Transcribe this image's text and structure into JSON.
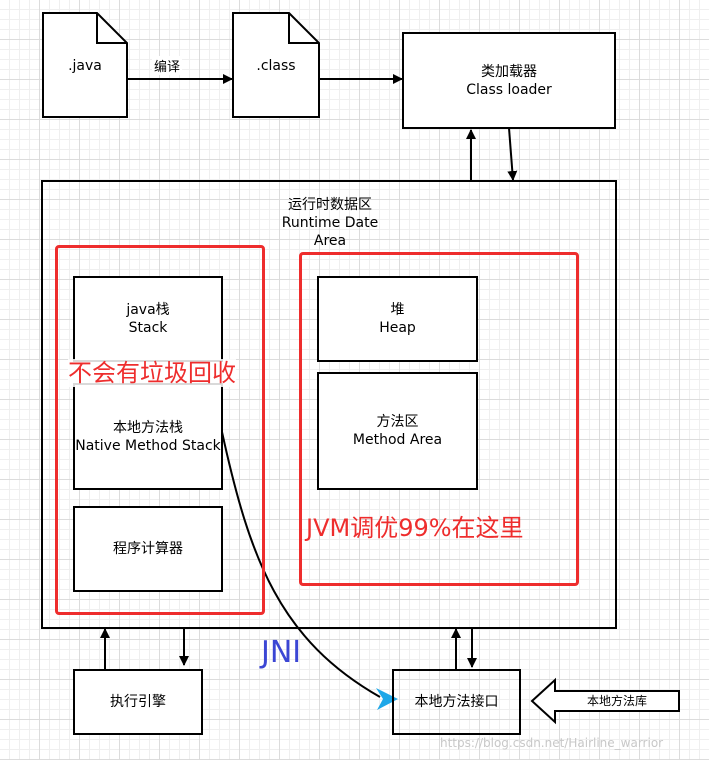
{
  "nodes": {
    "java_file": ".java",
    "class_file": ".class",
    "class_loader": [
      "类加载器",
      "Class loader"
    ],
    "runtime_area": [
      "运行时数据区",
      "Runtime Date",
      "Area"
    ],
    "java_stack": [
      "java栈",
      "Stack"
    ],
    "native_method_stack": [
      "本地方法栈",
      "Native Method Stack"
    ],
    "program_counter": "程序计算器",
    "heap": [
      "堆",
      "Heap"
    ],
    "method_area": [
      "方法区",
      "Method Area"
    ],
    "execution_engine": "执行引擎",
    "native_interface": "本地方法接口",
    "native_library": "本地方法库"
  },
  "edges": {
    "compile_label": "编译",
    "jni_label": "JNI"
  },
  "annotations": {
    "no_gc": "不会有垃圾回收",
    "jvm_tuning": "JVM调优99%在这里"
  },
  "watermark": "https://blog.csdn.net/Hairline_warrior",
  "colors": {
    "annotation_red": "#ee2d2d",
    "jni_blue": "#3b46d4",
    "arrow_cyan": "#1ea7e8"
  }
}
